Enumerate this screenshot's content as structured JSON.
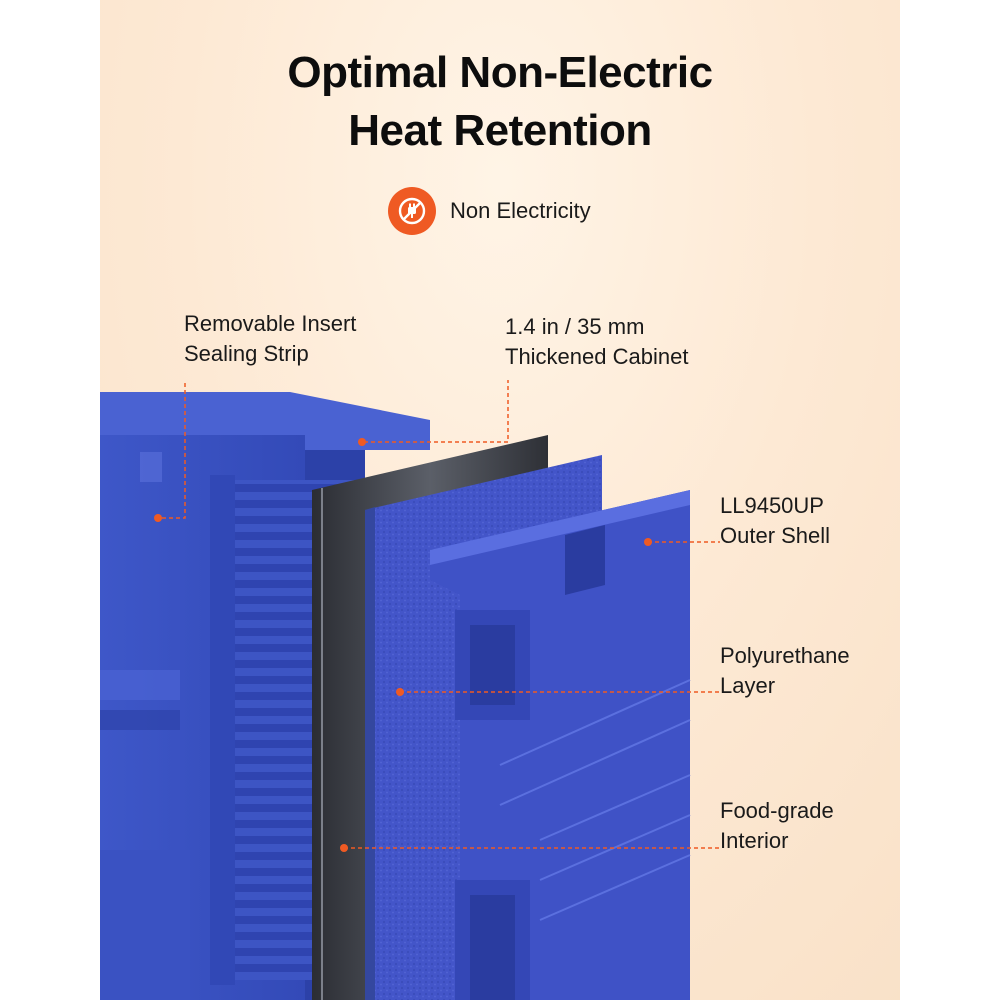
{
  "title": {
    "line1": "Optimal Non-Electric",
    "line2": "Heat Retention"
  },
  "badge": {
    "icon": "no-plug-icon",
    "text": "Non Electricity",
    "color": "#ef5a23"
  },
  "callouts": {
    "sealing_strip": {
      "line1": "Removable Insert",
      "line2": "Sealing Strip"
    },
    "cabinet": {
      "line1": "1.4 in / 35 mm",
      "line2": "Thickened Cabinet"
    },
    "outer_shell": {
      "line1": "LL9450UP",
      "line2": "Outer Shell"
    },
    "polyurethane": {
      "line1": "Polyurethane",
      "line2": "Layer"
    },
    "interior": {
      "line1": "Food-grade",
      "line2": "Interior"
    }
  },
  "colors": {
    "accent": "#ef5a23",
    "shell_blue": "#3f52c6",
    "foam_blue": "#4355c9",
    "metal_dark": "#3a3d44"
  }
}
